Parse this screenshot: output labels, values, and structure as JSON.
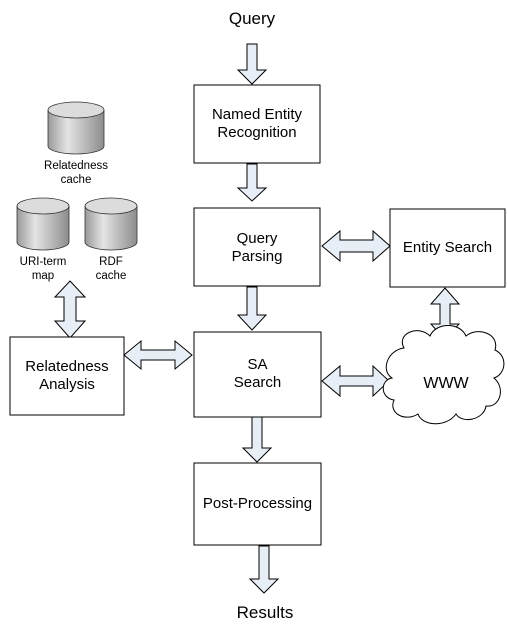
{
  "diagram": {
    "query_label": "Query",
    "results_label": "Results",
    "named_entity_line1": "Named Entity",
    "named_entity_line2": "Recognition",
    "query_parsing_line1": "Query",
    "query_parsing_line2": "Parsing",
    "entity_search_label": "Entity Search",
    "sa_search_line1": "SA",
    "sa_search_line2": "Search",
    "relatedness_analysis_line1": "Relatedness",
    "relatedness_analysis_line2": "Analysis",
    "www_label": "WWW",
    "post_processing_label": "Post-Processing",
    "relatedness_cache_line1": "Relatedness",
    "relatedness_cache_line2": "cache",
    "uri_term_map_line1": "URI-term",
    "uri_term_map_line2": "map",
    "rdf_cache_line1": "RDF",
    "rdf_cache_line2": "cache"
  },
  "colors": {
    "arrow_fill": "#e8eef6",
    "stroke": "#000000",
    "cylinder_body": "#c8c8c8"
  }
}
